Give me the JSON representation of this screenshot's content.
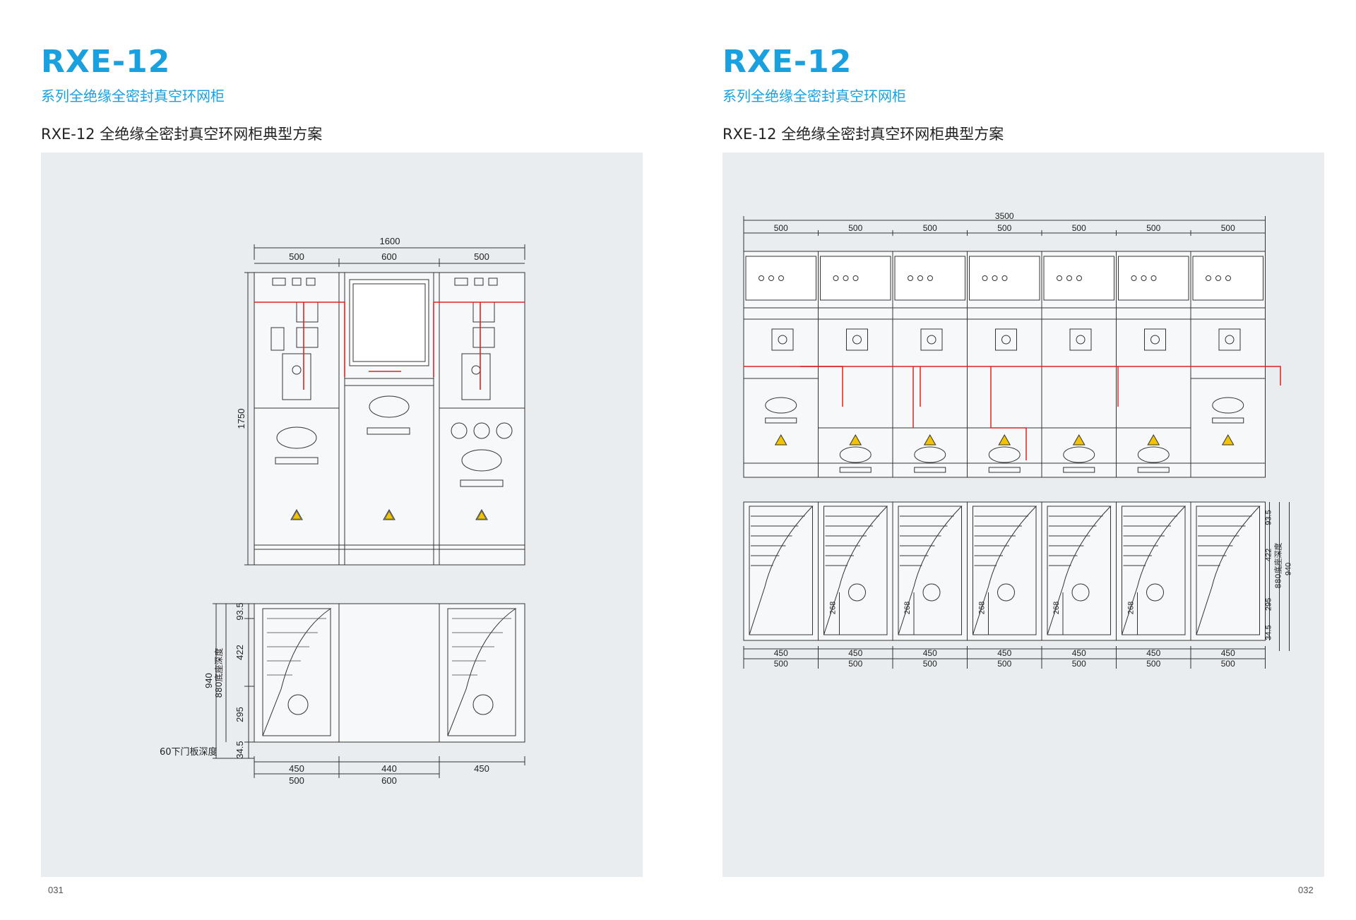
{
  "left": {
    "title": "RXE-12",
    "subtitle": "系列全绝缘全密封真空环网柜",
    "heading": "RXE-12 全绝缘全密封真空环网柜典型方案",
    "page_number": "031",
    "front": {
      "total_width": "1600",
      "widths": [
        "500",
        "600",
        "500"
      ],
      "height": "1750"
    },
    "plan": {
      "depth_total": "940",
      "base_depth": "880底座深度",
      "seg_top": "93.5",
      "seg_mid": "422",
      "seg_low": "295",
      "seg_bottom": "34.5",
      "door_depth": "60下门板深度",
      "inner_widths": [
        "450",
        "440",
        "450"
      ],
      "outer_widths": [
        "500",
        "600"
      ]
    }
  },
  "right": {
    "title": "RXE-12",
    "subtitle": "系列全绝缘全密封真空环网柜",
    "heading": "RXE-12 全绝缘全密封真空环网柜典型方案",
    "page_number": "032",
    "front": {
      "total_width": "3500",
      "widths": [
        "500",
        "500",
        "500",
        "500",
        "500",
        "500",
        "500"
      ]
    },
    "plan": {
      "depth_total": "940",
      "base_depth": "880底座深度",
      "seg_top": "93.5",
      "seg_mid": "422",
      "seg_low": "295",
      "seg_bottom": "34.5",
      "hole_offset": "268",
      "inner_width": "450",
      "outer_width": "500"
    }
  }
}
